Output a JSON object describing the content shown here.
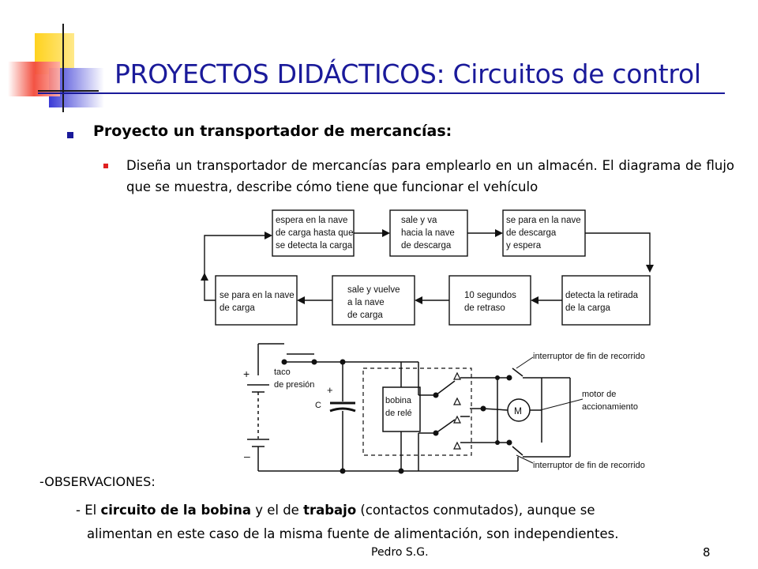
{
  "slide": {
    "title": "PROYECTOS DIDÁCTICOS: Circuitos de control",
    "heading": "Proyecto un transportador de mercancías:",
    "paragraph": "Diseña un transportador de mercancías para emplearlo en un almacén. El diagrama de flujo que se muestra, describe cómo tiene que funcionar el vehículo"
  },
  "flowchart": {
    "top_row": [
      [
        "espera en la nave",
        "de carga hasta que",
        "se detecta la carga"
      ],
      [
        "sale y va",
        "hacia la nave",
        "de descarga"
      ],
      [
        "se para en la nave",
        "de descarga",
        "y espera"
      ]
    ],
    "bottom_row": [
      [
        "se para en la nave",
        "de carga"
      ],
      [
        "sale y vuelve",
        "a la nave",
        "de carga"
      ],
      [
        "10 segundos",
        "de retraso"
      ],
      [
        "detecta la retirada",
        "de la carga"
      ]
    ]
  },
  "schematic": {
    "plus": "+",
    "minus": "–",
    "push_button": [
      "taco",
      "de presión"
    ],
    "capacitor_label": "C",
    "capacitor_plus": "+",
    "relay_coil": [
      "bobina",
      "de relé"
    ],
    "motor": "M",
    "motor_label": [
      "motor de",
      "accionamiento"
    ],
    "limit_switch_top": "interruptor de fin de recorrido",
    "limit_switch_bottom": "interruptor de fin de recorrido"
  },
  "notes": {
    "observations_label": "-OBSERVACIONES:",
    "line1_prefix": "- El ",
    "line1_bold1": "circuito de la bobina",
    "line1_mid": " y el de ",
    "line1_bold2": "trabajo",
    "line1_suffix": " (contactos conmutados), aunque se",
    "line2": "alimentan en este caso de la misma fuente de alimentación, son independientes."
  },
  "footer": {
    "author": "Pedro S.G.",
    "page": "8"
  },
  "colors": {
    "title": "#1a1a9a",
    "bullet_level1": "#1a1a9a",
    "bullet_level2": "#e02020",
    "logo_yellow": "#ffd21e",
    "logo_blue": "#3a3ad6",
    "logo_red": "#f24a3a"
  }
}
